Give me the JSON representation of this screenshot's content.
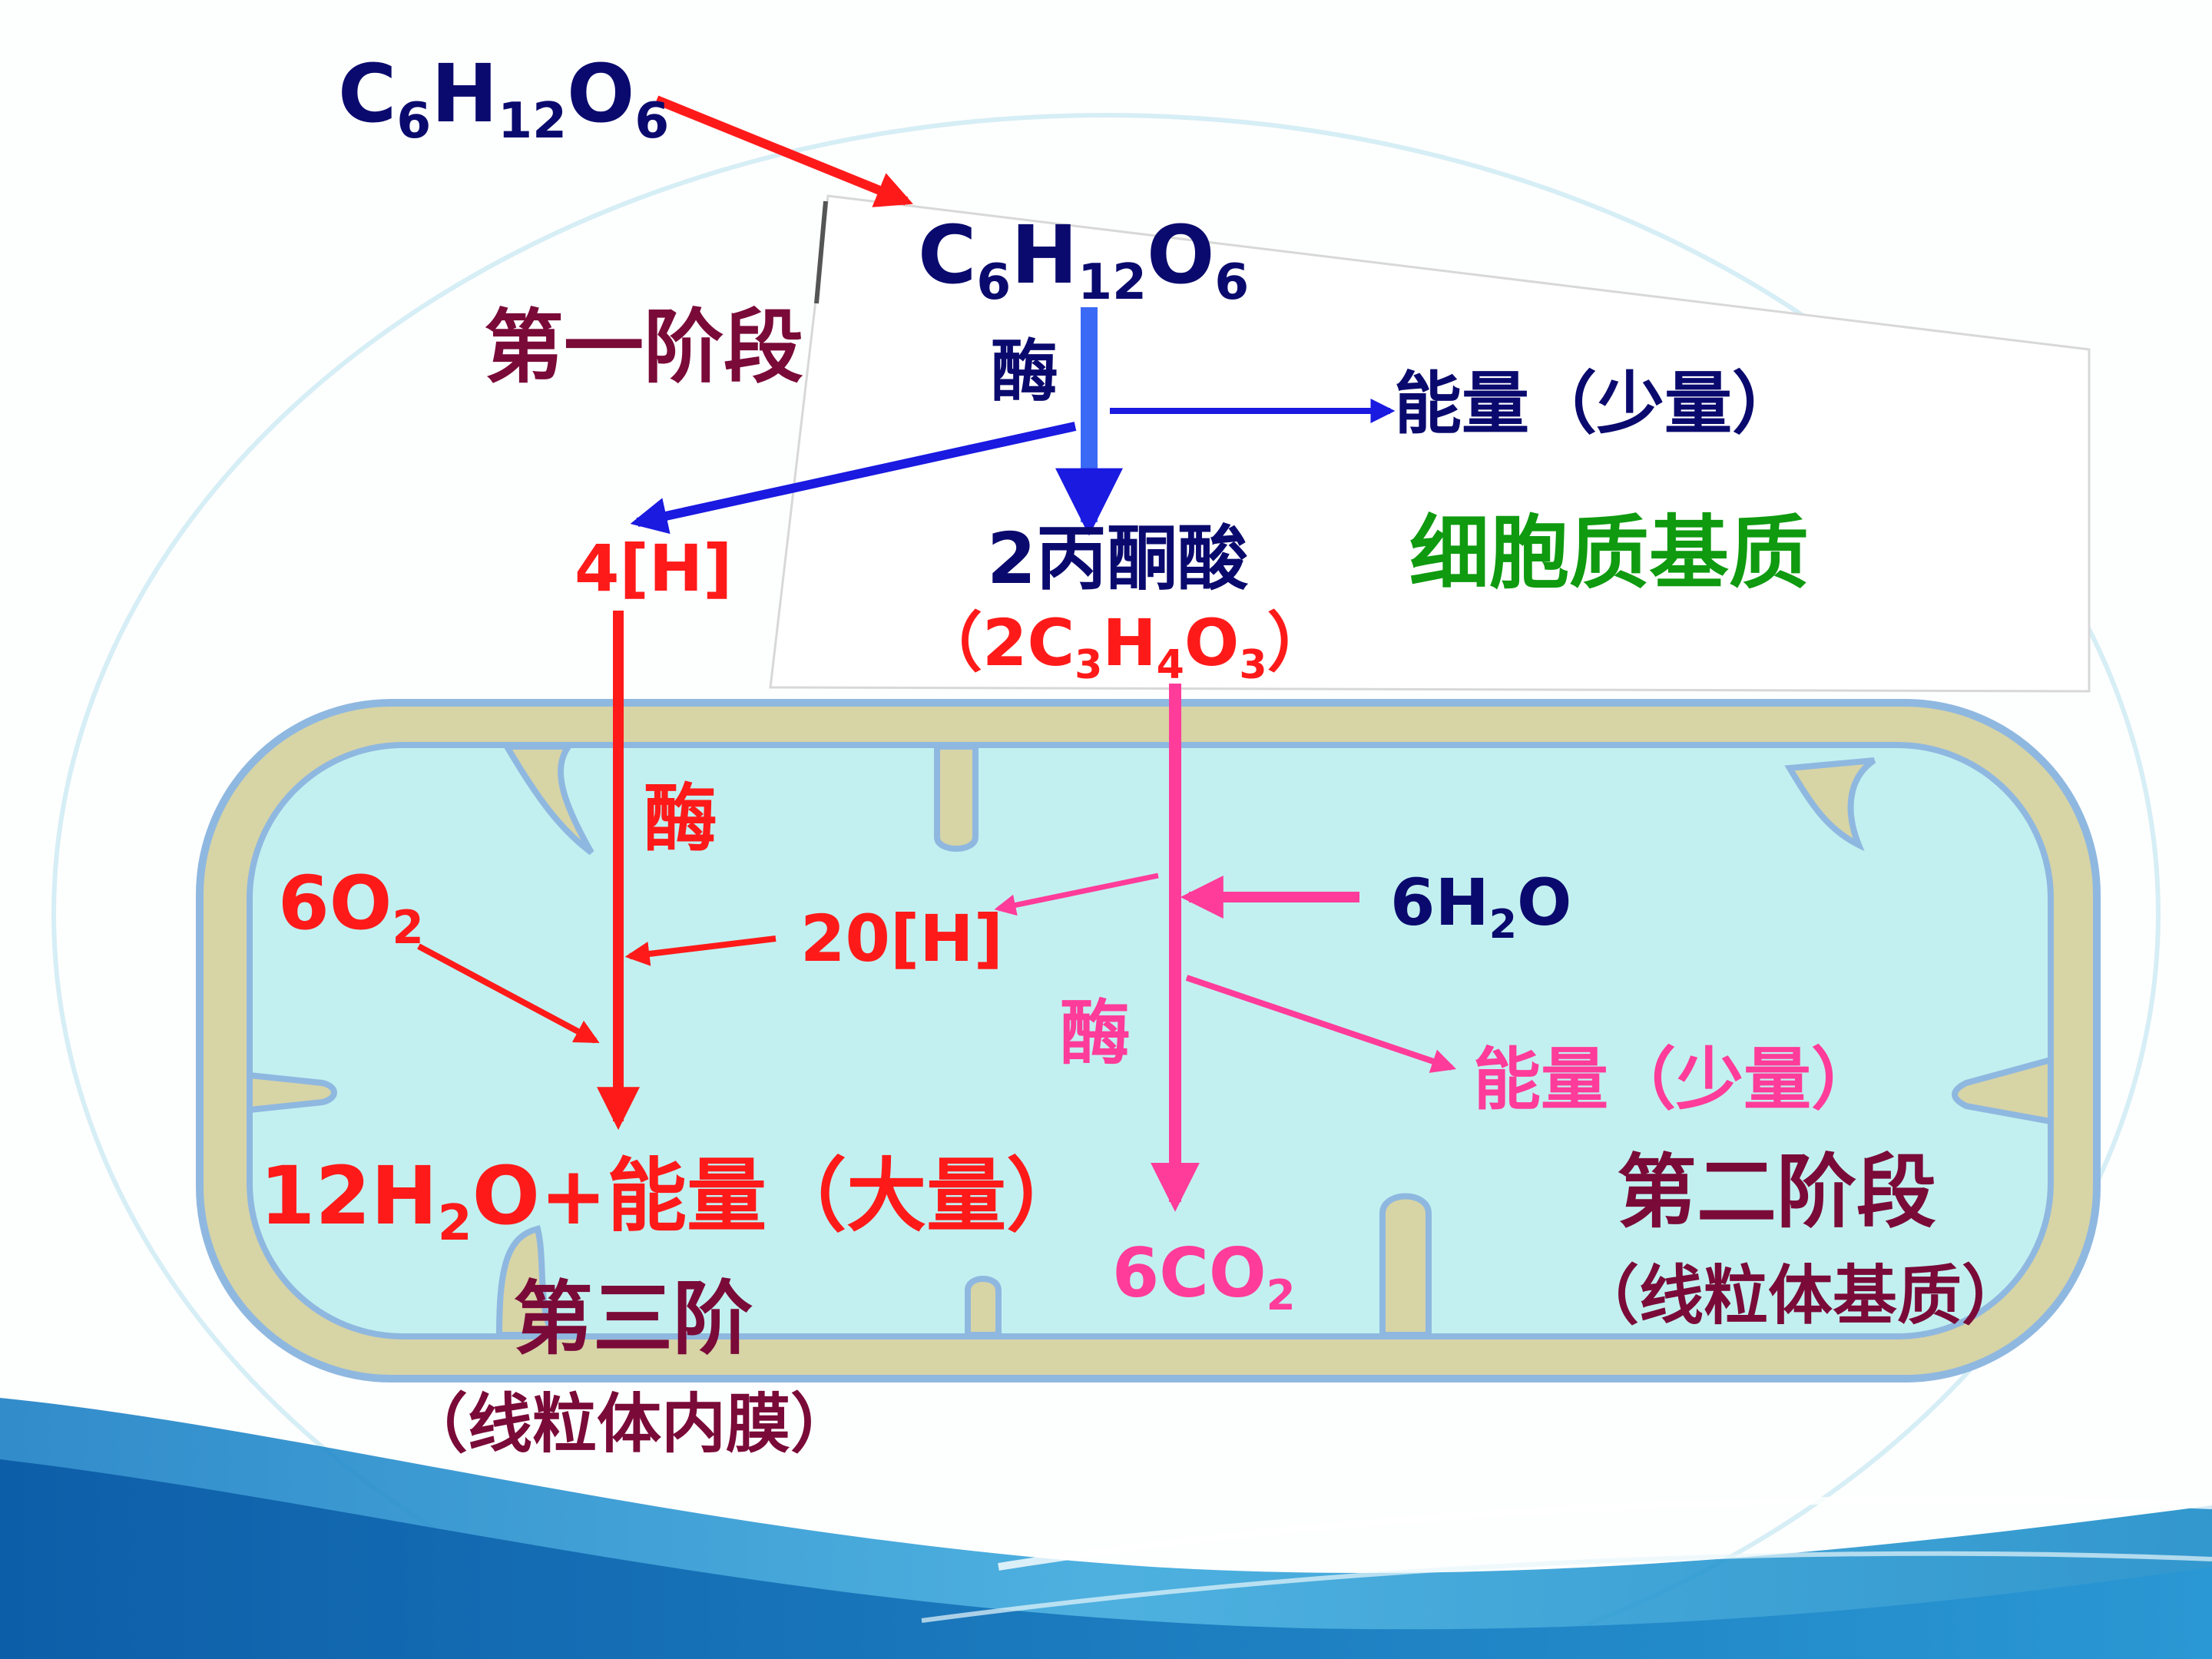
{
  "colors": {
    "navy": "#0a0a6e",
    "red": "#ff1a1a",
    "maroon": "#7a0a38",
    "green": "#0f9a10",
    "pink": "#ff3c9a",
    "blue": "#1a1ae0",
    "membrane": "#d7d4a6",
    "matrix": "#c2f0f0",
    "membrane_edge": "#8fb8e0"
  },
  "labels": {
    "glucose_outside": [
      {
        "t": "C"
      },
      {
        "t": "6",
        "sub": true
      },
      {
        "t": "H"
      },
      {
        "t": "12",
        "sub": true
      },
      {
        "t": "O"
      },
      {
        "t": "6",
        "sub": true
      }
    ],
    "glucose_cytosol": [
      {
        "t": "C"
      },
      {
        "t": "6",
        "sub": true
      },
      {
        "t": "H"
      },
      {
        "t": "12",
        "sub": true
      },
      {
        "t": "O"
      },
      {
        "t": "6",
        "sub": true
      }
    ],
    "stage1": "第一阶段",
    "enzyme1": "酶",
    "energy_small_1": "能量（少量）",
    "h4": "4[H]",
    "pyruvate": "2丙酮酸",
    "pyruvate_formula": [
      {
        "t": "（2C"
      },
      {
        "t": "3",
        "sub": true
      },
      {
        "t": "H"
      },
      {
        "t": "4",
        "sub": true
      },
      {
        "t": "O"
      },
      {
        "t": "3",
        "sub": true
      },
      {
        "t": " ）"
      }
    ],
    "cytoplasm_matrix": "细胞质基质",
    "enzyme3": "酶",
    "o2": [
      {
        "t": "6O"
      },
      {
        "t": "2",
        "sub": true
      }
    ],
    "h20": "20[H]",
    "water6": [
      {
        "t": "6H"
      },
      {
        "t": "2",
        "sub": true
      },
      {
        "t": "O"
      }
    ],
    "enzyme2": "酶",
    "energy_small_2": "能量（少量）",
    "water_energy": [
      {
        "t": "12H"
      },
      {
        "t": "2",
        "sub": true
      },
      {
        "t": "O+能量（大量）"
      }
    ],
    "co2": [
      {
        "t": "6CO"
      },
      {
        "t": "2",
        "sub": true
      }
    ],
    "stage2": "第二阶段",
    "stage2_loc": "（线粒体基质）",
    "stage3": "第三阶",
    "stage3_loc": "（线粒体内膜）"
  }
}
